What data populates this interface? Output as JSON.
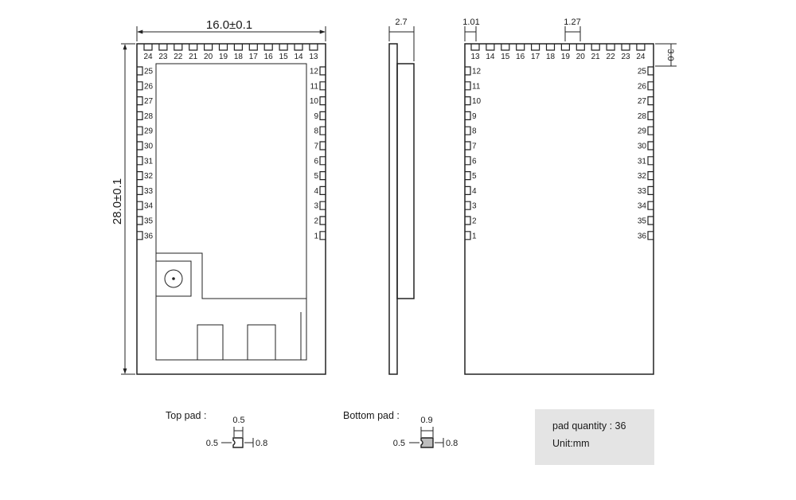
{
  "front_view": {
    "width_dim": "16.0±0.1",
    "height_dim": "28.0±0.1",
    "top_pins": [
      "24",
      "23",
      "22",
      "21",
      "20",
      "19",
      "18",
      "17",
      "16",
      "15",
      "14",
      "13"
    ],
    "left_pins": [
      "25",
      "26",
      "27",
      "28",
      "29",
      "30",
      "31",
      "32",
      "33",
      "34",
      "35",
      "36"
    ],
    "right_pins": [
      "12",
      "11",
      "10",
      "9",
      "8",
      "7",
      "6",
      "5",
      "4",
      "3",
      "2",
      "1"
    ]
  },
  "side_view": {
    "thickness_dim": "2.7"
  },
  "back_view": {
    "pad_width_dim": "1.01",
    "pitch_dim": "1.27",
    "offset_dim": "3.0",
    "top_pins": [
      "13",
      "14",
      "15",
      "16",
      "17",
      "18",
      "19",
      "20",
      "21",
      "22",
      "23",
      "24"
    ],
    "left_pins": [
      "12",
      "11",
      "10",
      "9",
      "8",
      "7",
      "6",
      "5",
      "4",
      "3",
      "2",
      "1"
    ],
    "right_pins": [
      "25",
      "26",
      "27",
      "28",
      "29",
      "30",
      "31",
      "32",
      "33",
      "34",
      "35",
      "36"
    ]
  },
  "top_pad": {
    "label": "Top pad :",
    "width": "0.5",
    "left": "0.5",
    "right": "0.8"
  },
  "bottom_pad": {
    "label": "Bottom pad :",
    "width": "0.9",
    "left": "0.5",
    "right": "0.8"
  },
  "info": {
    "quantity": "pad quantity : 36",
    "unit": "Unit:mm"
  }
}
